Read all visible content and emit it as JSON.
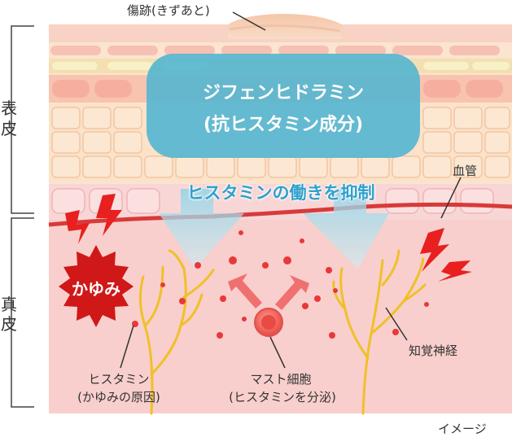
{
  "labels": {
    "scar": "傷跡(きずあと)",
    "epidermis_1": "表",
    "epidermis_2": "皮",
    "dermis_1": "真",
    "dermis_2": "皮",
    "drug_line1": "ジフェンヒドラミン",
    "drug_line2": "(抗ヒスタミン成分)",
    "suppress": "ヒスタミンの働きを抑制",
    "blood_vessel": "血管",
    "itch": "かゆみ",
    "histamine_line1": "ヒスタミン",
    "histamine_line2": "(かゆみの原因)",
    "mast_line1": "マスト細胞",
    "mast_line2": "(ヒスタミンを分泌)",
    "nerve": "知覚神経",
    "note": "イメージ"
  },
  "colors": {
    "dermis": "#f8c8c8",
    "vessel": "#d8383a",
    "nerve": "#f0c030",
    "histamine_dot": "#e8383a",
    "drug_box": "#5ab8d0",
    "itch_burst": "#d01818"
  }
}
